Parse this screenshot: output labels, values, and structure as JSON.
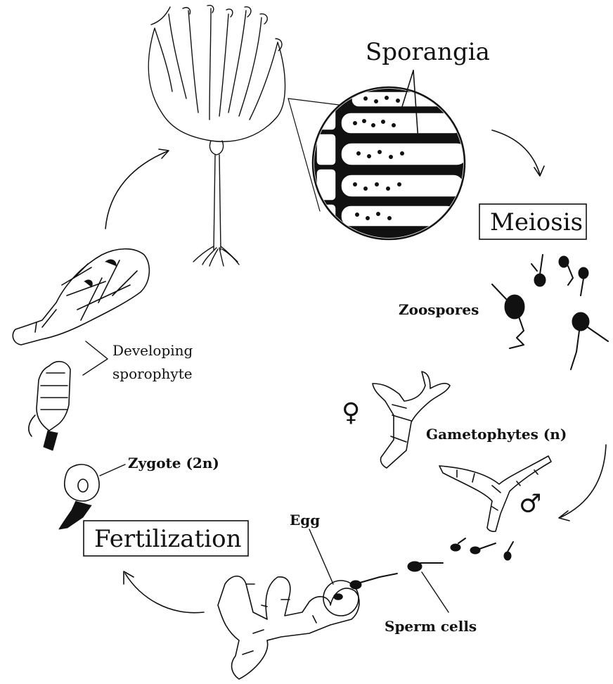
{
  "labels": {
    "sporangia": "Sporangia",
    "meiosis": "Meiosis",
    "zoospores": "Zoospores",
    "gametophytes": "Gametophytes (n)",
    "female_symbol": "♀",
    "male_symbol": "♂",
    "egg": "Egg",
    "sperm_cells": "Sperm cells",
    "fertilization": "Fertilization",
    "zygote": "Zygote (2n)",
    "developing_line1": "Developing",
    "developing_line2": "sporophyte"
  }
}
